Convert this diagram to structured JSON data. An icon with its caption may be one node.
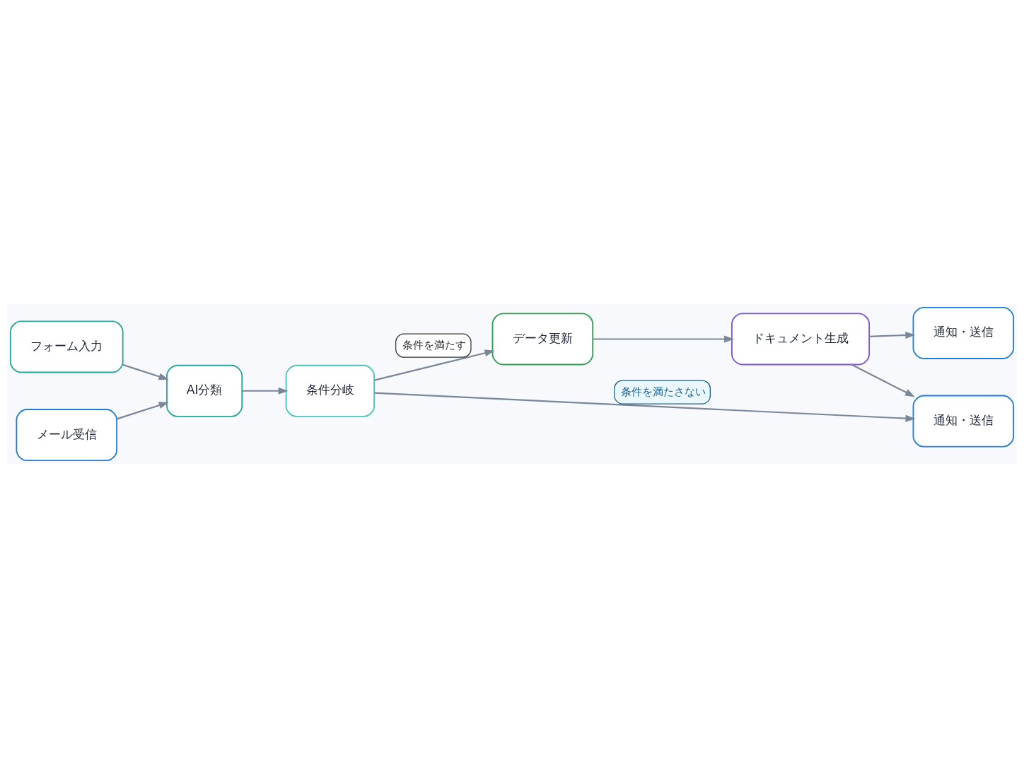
{
  "diagram": {
    "nodes": [
      {
        "text": [
          "フォーム入力"
        ]
      },
      {
        "text": [
          "メール受信"
        ]
      },
      {
        "text": [
          "AI分類"
        ]
      },
      {
        "text": [
          "条件分岐"
        ]
      },
      {
        "text": [
          "データ更新"
        ]
      },
      {
        "text": [
          "ドキュメント生成"
        ]
      },
      {
        "text": [
          "通知・送信"
        ]
      },
      {
        "text": [
          "通知・送信"
        ]
      }
    ],
    "edges": [
      {
        "from": 0,
        "to": 2,
        "arrow": "to"
      },
      {
        "from": 1,
        "to": 2,
        "arrow": "to"
      },
      {
        "from": 2,
        "to": 3,
        "arrow": "to"
      },
      {
        "from": 3,
        "to": 4,
        "arrow": "to",
        "label": "条件を満たす"
      },
      {
        "from": 4,
        "to": 5,
        "arrow": "to"
      },
      {
        "from": 5,
        "to": 6,
        "arrow": "to"
      },
      {
        "from": 5,
        "to": 7,
        "arrow": "to"
      },
      {
        "from": 3,
        "to": 7,
        "arrow": "to",
        "label": "条件を満たさない"
      }
    ]
  }
}
